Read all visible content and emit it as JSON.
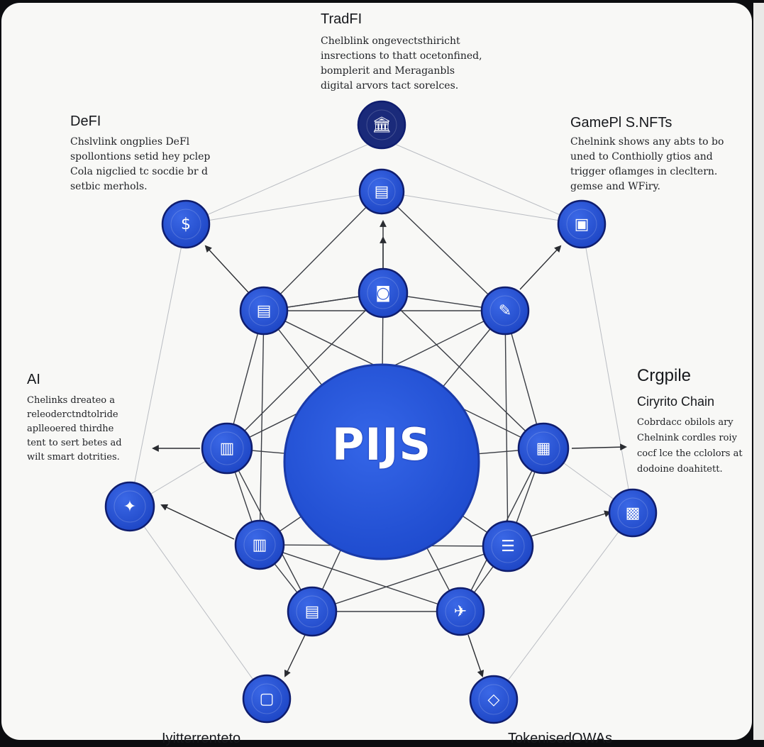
{
  "center": {
    "label": "PIJS"
  },
  "colors": {
    "node_fill": "#2a56d8",
    "node_stroke": "#0f1d6e",
    "hub_fill": "#2757dc",
    "top_node_fill": "#1a2a7a",
    "line": "#3a3d44",
    "background": "#f8f8f6"
  },
  "sections": {
    "tradfi": {
      "title": "TradFI",
      "description": [
        "Chelblink ongevectsthiricht",
        "insrections to thatt ocetonfined,",
        "bomplerit and Meraganbls",
        "digital arvors tact sorelces."
      ]
    },
    "defi": {
      "title": "DeFI",
      "description": [
        "Chslvlink ongplies DeFl",
        "spollontions setid hey pclep",
        "Cola nigclied tc socdie br d",
        "setbic merhols."
      ]
    },
    "gamefi": {
      "title": "GamePl S.NFTs",
      "description": [
        "Chelnink shows any abts to bo",
        "uned to Conthiolly gtios and",
        "trigger oflamges in clecltern.",
        "gemse and WFiry."
      ]
    },
    "ai": {
      "title": "AI",
      "description": [
        "Chelinks dreateo a",
        "releoderctndtolride",
        "aplleoered thirdhe",
        "tent to sert betes ad",
        "wilt smart dotrities."
      ]
    },
    "crypto": {
      "title": "Crgpile",
      "subtitle": "Ciryrito Chain",
      "description": [
        "Cobrdacc obilols ary",
        "Chelnink cordles roiy",
        "cocf lce the cclolors at",
        "dodoine doahitett."
      ]
    },
    "bottom": {
      "left": "Iyitterrenteto",
      "right": "TokenisedOWAs"
    }
  },
  "nodes": [
    {
      "name": "bank-icon",
      "glyph": "🏛"
    },
    {
      "name": "document-icon",
      "glyph": "▤"
    },
    {
      "name": "dollar-coin-icon",
      "glyph": "$"
    },
    {
      "name": "gamepad-icon",
      "glyph": "▣"
    },
    {
      "name": "ledger-icon",
      "glyph": "▤"
    },
    {
      "name": "shield-icon",
      "glyph": "◙"
    },
    {
      "name": "tools-icon",
      "glyph": "✎"
    },
    {
      "name": "server-icon",
      "glyph": "▥"
    },
    {
      "name": "monitor-icon",
      "glyph": "▦"
    },
    {
      "name": "robot-icon",
      "glyph": "✦"
    },
    {
      "name": "chip-icon",
      "glyph": "▩"
    },
    {
      "name": "database-icon",
      "glyph": "▥"
    },
    {
      "name": "list-icon",
      "glyph": "☰"
    },
    {
      "name": "cart-icon",
      "glyph": "▤"
    },
    {
      "name": "rocket-icon",
      "glyph": "✈"
    },
    {
      "name": "lock-icon",
      "glyph": "▢"
    },
    {
      "name": "tag-icon",
      "glyph": "◇"
    }
  ]
}
